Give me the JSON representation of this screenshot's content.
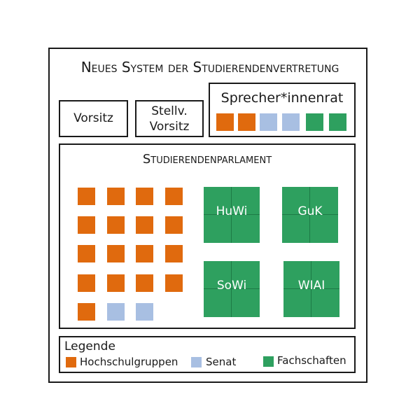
{
  "colors": {
    "hochschulgruppen": "#e06a0e",
    "senat": "#a8bfe2",
    "fachschaften": "#2ea05f"
  },
  "diagram": {
    "title": "Neues System der Studierendenvertretung",
    "vorsitz": "Vorsitz",
    "stellv_line1": "Stellv.",
    "stellv_line2": "Vorsitz",
    "sprecherrat": {
      "title": "Sprecher*innenrat",
      "seats": [
        "hochschulgruppen",
        "hochschulgruppen",
        "senat",
        "senat",
        "fachschaften",
        "fachschaften"
      ]
    },
    "parlament": {
      "title": "Studierendenparlament",
      "seats": [
        "hochschulgruppen",
        "hochschulgruppen",
        "hochschulgruppen",
        "hochschulgruppen",
        "hochschulgruppen",
        "hochschulgruppen",
        "hochschulgruppen",
        "hochschulgruppen",
        "hochschulgruppen",
        "hochschulgruppen",
        "hochschulgruppen",
        "hochschulgruppen",
        "hochschulgruppen",
        "hochschulgruppen",
        "hochschulgruppen",
        "hochschulgruppen",
        "hochschulgruppen",
        "senat",
        "senat"
      ],
      "fachschaften": [
        "HuWi",
        "GuK",
        "SoWi",
        "WIAI"
      ]
    },
    "legend": {
      "title": "Legende",
      "items": [
        "Hochschulgruppen",
        "Senat",
        "Fachschaften"
      ]
    }
  }
}
